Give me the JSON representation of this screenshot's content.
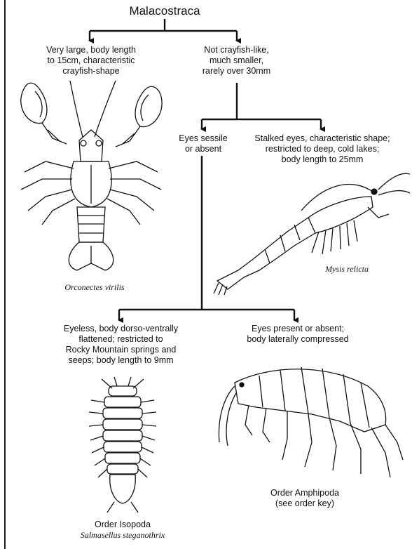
{
  "root": {
    "title": "Malacostraca"
  },
  "nodes": {
    "crayfish": "Very large, body length\nto 15cm, characteristic\ncrayfish-shape",
    "not_crayfish": "Not crayfish-like,\nmuch smaller,\nrarely over 30mm",
    "eyes_sessile": "Eyes sessile\nor absent",
    "stalked_eyes": "Stalked eyes, characteristic shape;\nrestricted to deep, cold lakes;\nbody length to 25mm",
    "eyeless": "Eyeless, body dorso-ventrally\nflattened; restricted to\nRocky Mountain springs and\nseeps; body length to 9mm",
    "eyes_present": "Eyes present or absent;\nbody laterally compressed"
  },
  "illustrations": {
    "crayfish": {
      "caption": "Orconectes virilis",
      "icon": "crayfish-drawing"
    },
    "mysis": {
      "caption": "Mysis relicta",
      "icon": "mysid-shrimp-drawing"
    },
    "isopod": {
      "order": "Order Isopoda",
      "caption": "Salmasellus steganothrix",
      "icon": "isopod-drawing"
    },
    "amphipod": {
      "order": "Order Amphipoda\n(see order key)",
      "icon": "amphipod-drawing"
    }
  },
  "colors": {
    "ink": "#111111",
    "background": "#ffffff"
  }
}
